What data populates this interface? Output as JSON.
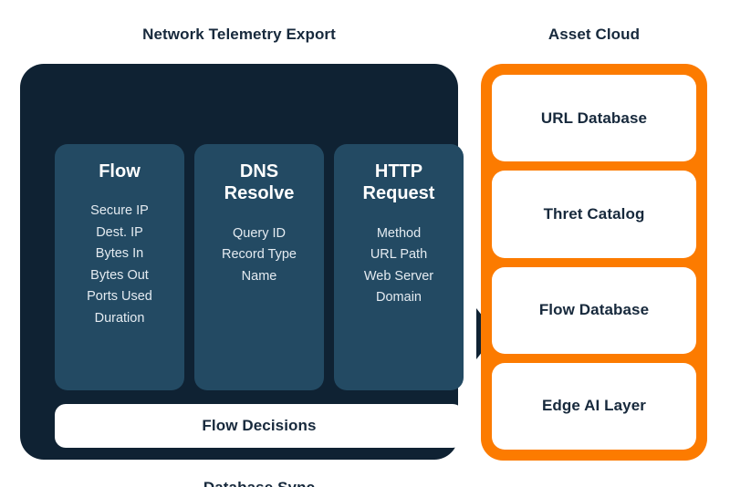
{
  "diagram": {
    "background": "#ffffff",
    "colors": {
      "panel_navy": "#0f2233",
      "card_steel_blue": "#234a63",
      "accent_orange": "#fc7b00",
      "text_dark": "#17293c",
      "text_light": "#ffffff"
    }
  },
  "left_section": {
    "title": "Network Telemetry Export",
    "cards": [
      {
        "title": "Flow",
        "fields": [
          "Secure IP",
          "Dest. IP",
          "Bytes In",
          "Bytes Out",
          "Ports Used",
          "Duration"
        ]
      },
      {
        "title": "DNS\nResolve",
        "fields": [
          "Query ID",
          "Record Type",
          "Name"
        ]
      },
      {
        "title": "HTTP\nRequest",
        "fields": [
          "Method",
          "URL Path",
          "Web Server\nDomain"
        ]
      }
    ],
    "bars": [
      {
        "label": "Flow Decisions"
      },
      {
        "label": "Database Sync"
      }
    ]
  },
  "connector": {
    "name": "flow-arrow",
    "direction": "right"
  },
  "right_section": {
    "title": "Asset Cloud",
    "cards": [
      {
        "label": "URL Database"
      },
      {
        "label": "Thret Catalog"
      },
      {
        "label": "Flow Database"
      },
      {
        "label": "Edge AI Layer"
      }
    ]
  }
}
